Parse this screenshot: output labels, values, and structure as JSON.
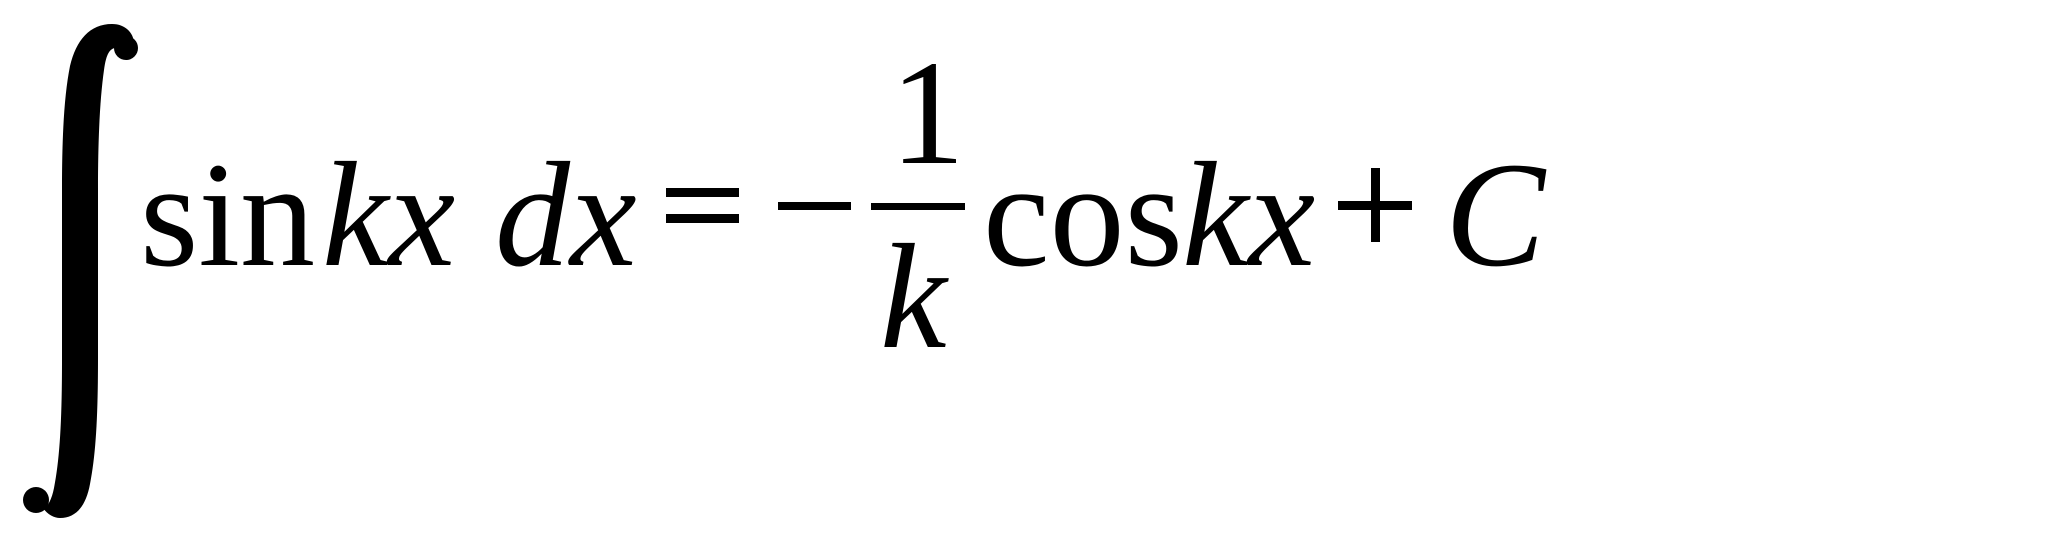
{
  "equation": {
    "integrand_function": "sin",
    "integrand_argument": "kx",
    "differential": "dx",
    "equals": "=",
    "minus": "−",
    "fraction_numerator": "1",
    "fraction_denominator": "k",
    "result_function": "cos",
    "result_argument": "kx",
    "plus": "+",
    "constant": "C"
  },
  "icons": {
    "integral": "integral-sign-icon"
  },
  "colors": {
    "foreground": "#000000",
    "background": "#ffffff"
  }
}
